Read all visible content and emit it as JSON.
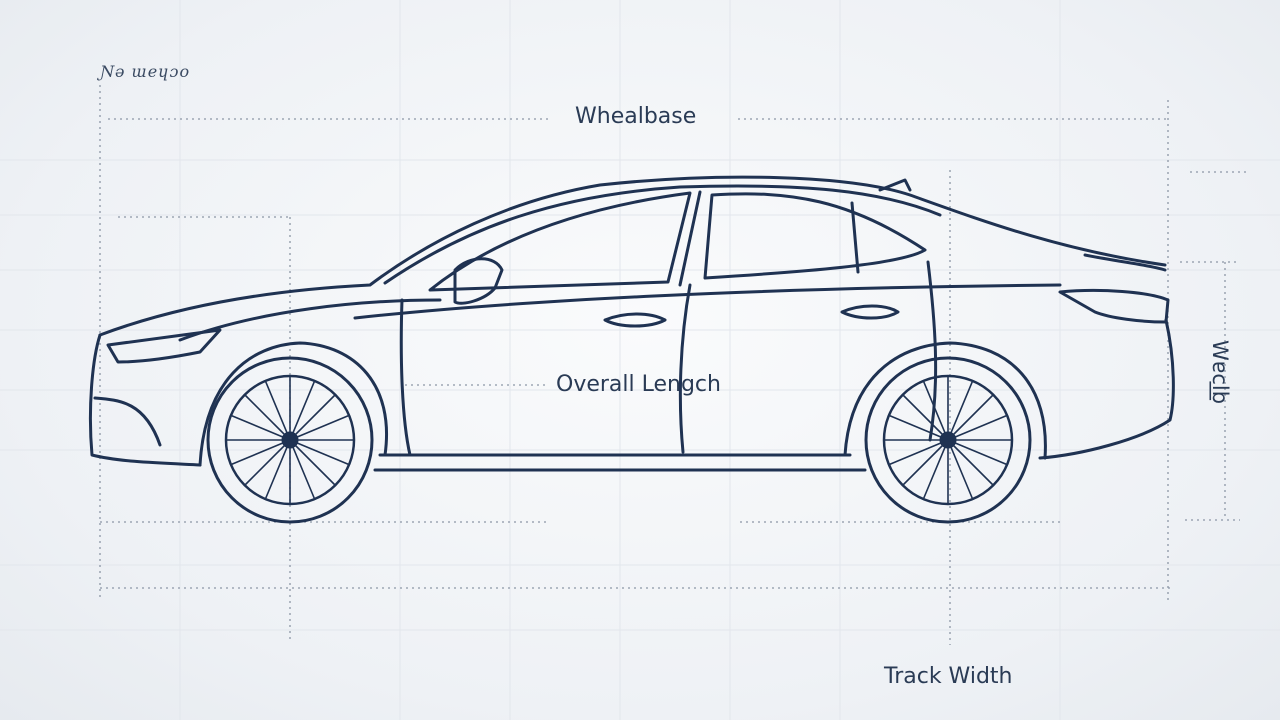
{
  "labels": {
    "corner_text": "Ɲə ɯeɥɔo",
    "wheelbase": "Whealbase",
    "overall_length": "Overall Lengch",
    "track_width": "Track Width",
    "width": "Wɐcl͟b"
  },
  "colors": {
    "line": "#1f3252",
    "guide": "#8d97a6",
    "grid": "#e2e6ec",
    "background": "#f4f6f8"
  }
}
